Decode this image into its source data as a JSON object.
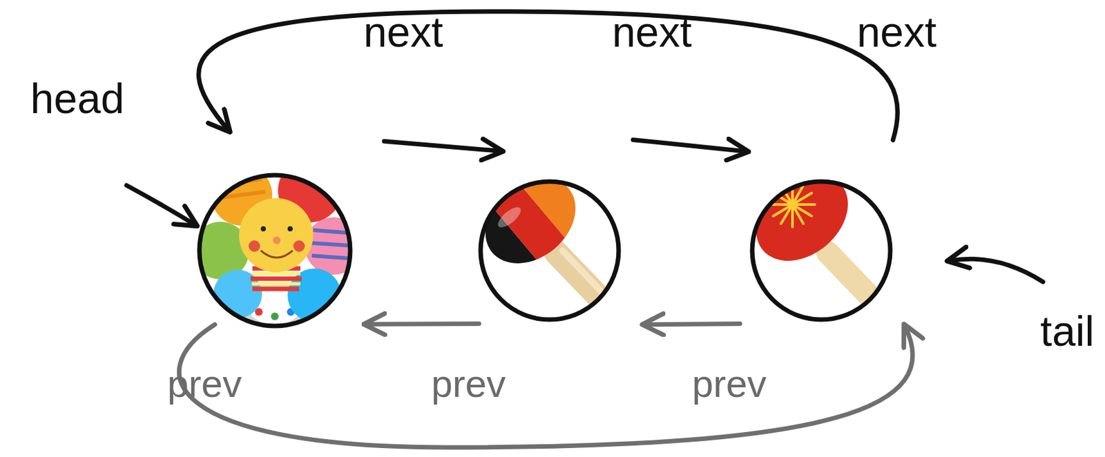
{
  "diagram": {
    "nodes": [
      {
        "text": []
      },
      {
        "text": []
      },
      {
        "text": []
      }
    ],
    "edges": [
      {
        "from": 0,
        "to": 1,
        "arrow": "to",
        "label": "next"
      },
      {
        "from": 1,
        "to": 2,
        "arrow": "to",
        "label": "next"
      },
      {
        "from": 2,
        "to": 0,
        "arrow": "to",
        "label": "next"
      },
      {
        "from": 0,
        "to": 2,
        "arrow": "to",
        "label": "prev"
      },
      {
        "from": 1,
        "to": 0,
        "arrow": "to",
        "label": "prev"
      },
      {
        "from": 2,
        "to": 1,
        "arrow": "to",
        "label": "prev"
      }
    ],
    "labels": [
      "head",
      "tail"
    ]
  }
}
